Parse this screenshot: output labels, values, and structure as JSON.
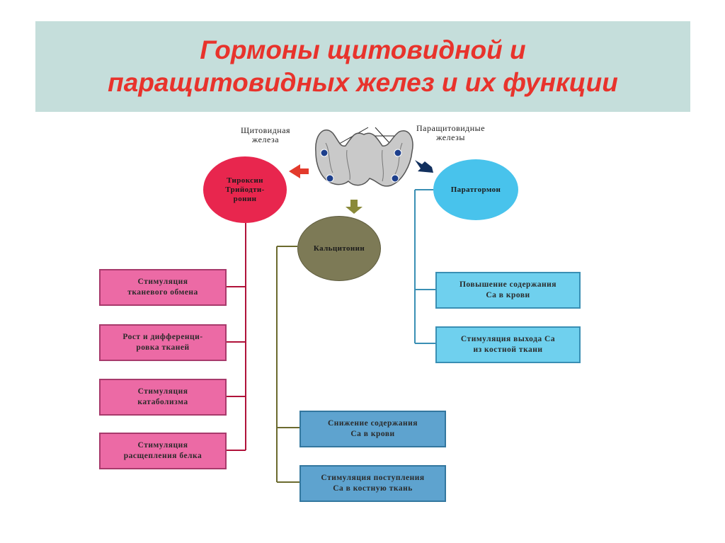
{
  "title": {
    "line1": "Гормоны щитовидной и",
    "line2": "паращитовидных желез и их функции"
  },
  "captions": {
    "thyroid": "Щитовидная\nжелеза",
    "parathyroid": "Паращитовидные\nжелезы"
  },
  "hormones": {
    "thyroxine": "Тироксин\nТрийодти-\nронин",
    "calcitonin": "Кальцитонин",
    "parathormone": "Паратгормон"
  },
  "thyroxine_functions": [
    "Стимуляция\nтканевого обмена",
    "Рост и дифференци-\nровка тканей",
    "Стимуляция\nкатаболизма",
    "Стимуляция\nрасщепления белка"
  ],
  "calcitonin_functions": [
    "Снижение содержания\nСа в крови",
    "Стимуляция поступления\nСа в костную ткань"
  ],
  "parathormone_functions": [
    "Повышение содержания\nСа в крови",
    "Стимуляция выхода Са\nиз костной ткани"
  ],
  "colors": {
    "title_bg": "#c5dedb",
    "title_text": "#e8332c",
    "thyroxine": "#e8264e",
    "calcitonin": "#7d7a56",
    "parathormone": "#48c3ec",
    "thyroxine_boxes": "#ec6aa5",
    "parathormone_boxes": "#6fd0ee",
    "calcitonin_boxes": "#5ea3cf"
  }
}
